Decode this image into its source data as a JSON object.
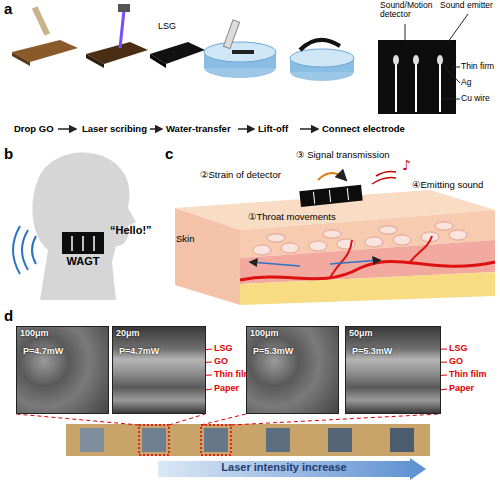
{
  "diagram": {
    "nodes": [
      {
        "text": [
          "WAGT"
        ]
      },
      {
        "text": [
          "100μm",
          "P=4.7mW"
        ]
      },
      {
        "text": [
          "20μm",
          "P=4.7mW"
        ]
      },
      {
        "text": [
          "100μm",
          "P=5.3mW"
        ]
      },
      {
        "text": [
          "50μm",
          "P=5.3mW"
        ]
      },
      {
        "text": [
          "Laser intensity increase"
        ]
      }
    ],
    "labels": [
      "a",
      "LSG",
      "Sound/Motion detector",
      "Sound emitter",
      "Thin firm",
      "Ag",
      "Cu wire",
      "Drop GO",
      "Laser scribing",
      "Water-transfer",
      "Lift-off",
      "Connect electrode",
      "b",
      "“Hello!”",
      "c",
      "③ Signal transmission",
      "②Strain of detector",
      "④Emitting sound",
      "①Throat movements",
      "Skin",
      "d",
      "LSG",
      "GO",
      "Thin film",
      "Paper",
      "LSG",
      "GO",
      "Thin film",
      "Paper"
    ]
  }
}
